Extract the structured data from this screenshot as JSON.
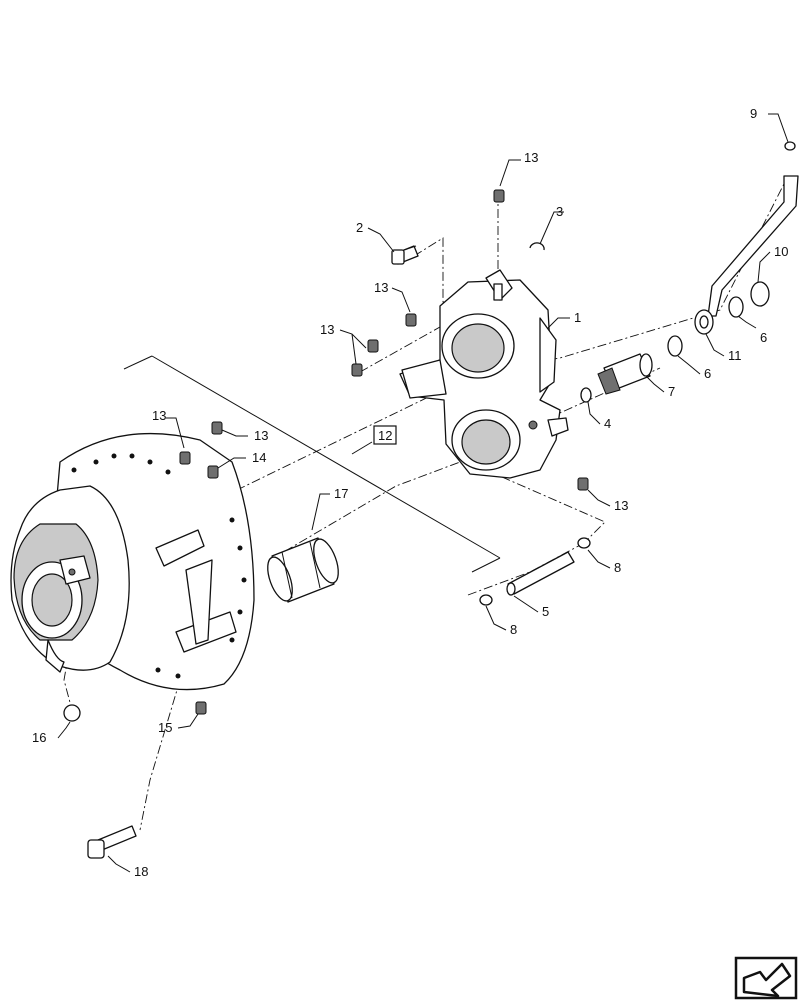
{
  "diagram": {
    "reference_callout": "12",
    "labels": {
      "p1": "1",
      "p2": "2",
      "p3": "3",
      "p4": "4",
      "p5": "5",
      "p6a": "6",
      "p6b": "6",
      "p7": "7",
      "p8a": "8",
      "p8b": "8",
      "p9": "9",
      "p10": "10",
      "p11": "11",
      "p13a": "13",
      "p13b": "13",
      "p13c": "13",
      "p13d": "13",
      "p13e": "13",
      "p13f": "13",
      "p14": "14",
      "p15": "15",
      "p16": "16",
      "p17": "17",
      "p18": "18"
    }
  },
  "nav": {
    "icon": "navigation-arrow-icon"
  }
}
